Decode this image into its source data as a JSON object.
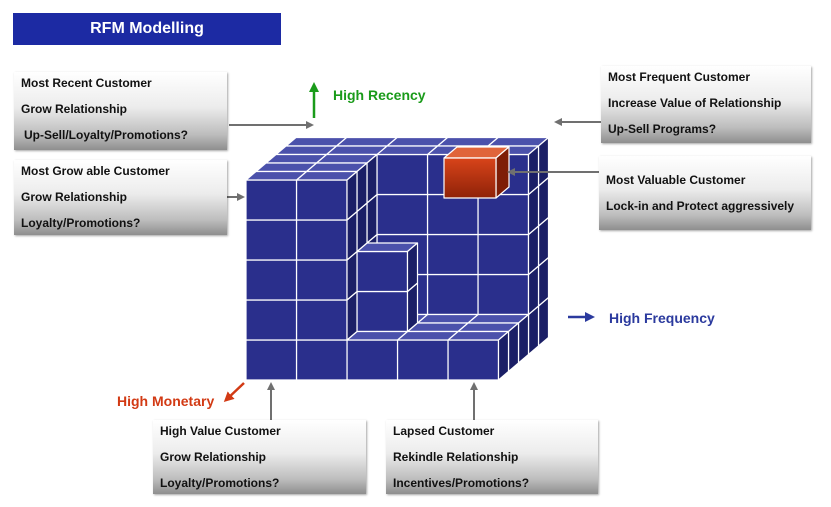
{
  "title": "RFM Modelling",
  "axes": {
    "recency": {
      "label": "High Recency",
      "color": "#1a9b1a"
    },
    "frequency": {
      "label": "High Frequency",
      "color": "#2b3a9e"
    },
    "monetary": {
      "label": "High Monetary",
      "color": "#d23a14"
    }
  },
  "segments": {
    "most_recent": {
      "name": "Most Recent Customer",
      "strategy": "Grow Relationship",
      "actions": "Up-Sell/Loyalty/Promotions?"
    },
    "most_frequent": {
      "name": "Most Frequent Customer",
      "strategy": "Increase Value of Relationship",
      "actions": "Up-Sell Programs?"
    },
    "most_growable": {
      "name": "Most Grow able Customer",
      "strategy": "Grow Relationship",
      "actions": "Loyalty/Promotions?"
    },
    "most_valuable": {
      "name": "Most Valuable Customer",
      "strategy": "Lock-in and Protect aggressively"
    },
    "high_value": {
      "name": "High Value Customer",
      "strategy": "Grow Relationship",
      "actions": "Loyalty/Promotions?"
    },
    "lapsed": {
      "name": "Lapsed Customer",
      "strategy": "Rekindle Relationship",
      "actions": "Incentives/Promotions?"
    }
  },
  "colors": {
    "cube_front": "#2a2f8c",
    "cube_top": "#4b51ab",
    "cube_side": "#1b1f66",
    "highlight_cube": "#c2320f",
    "title_bg": "#1c2aa3",
    "arrow_gray": "#707070"
  }
}
